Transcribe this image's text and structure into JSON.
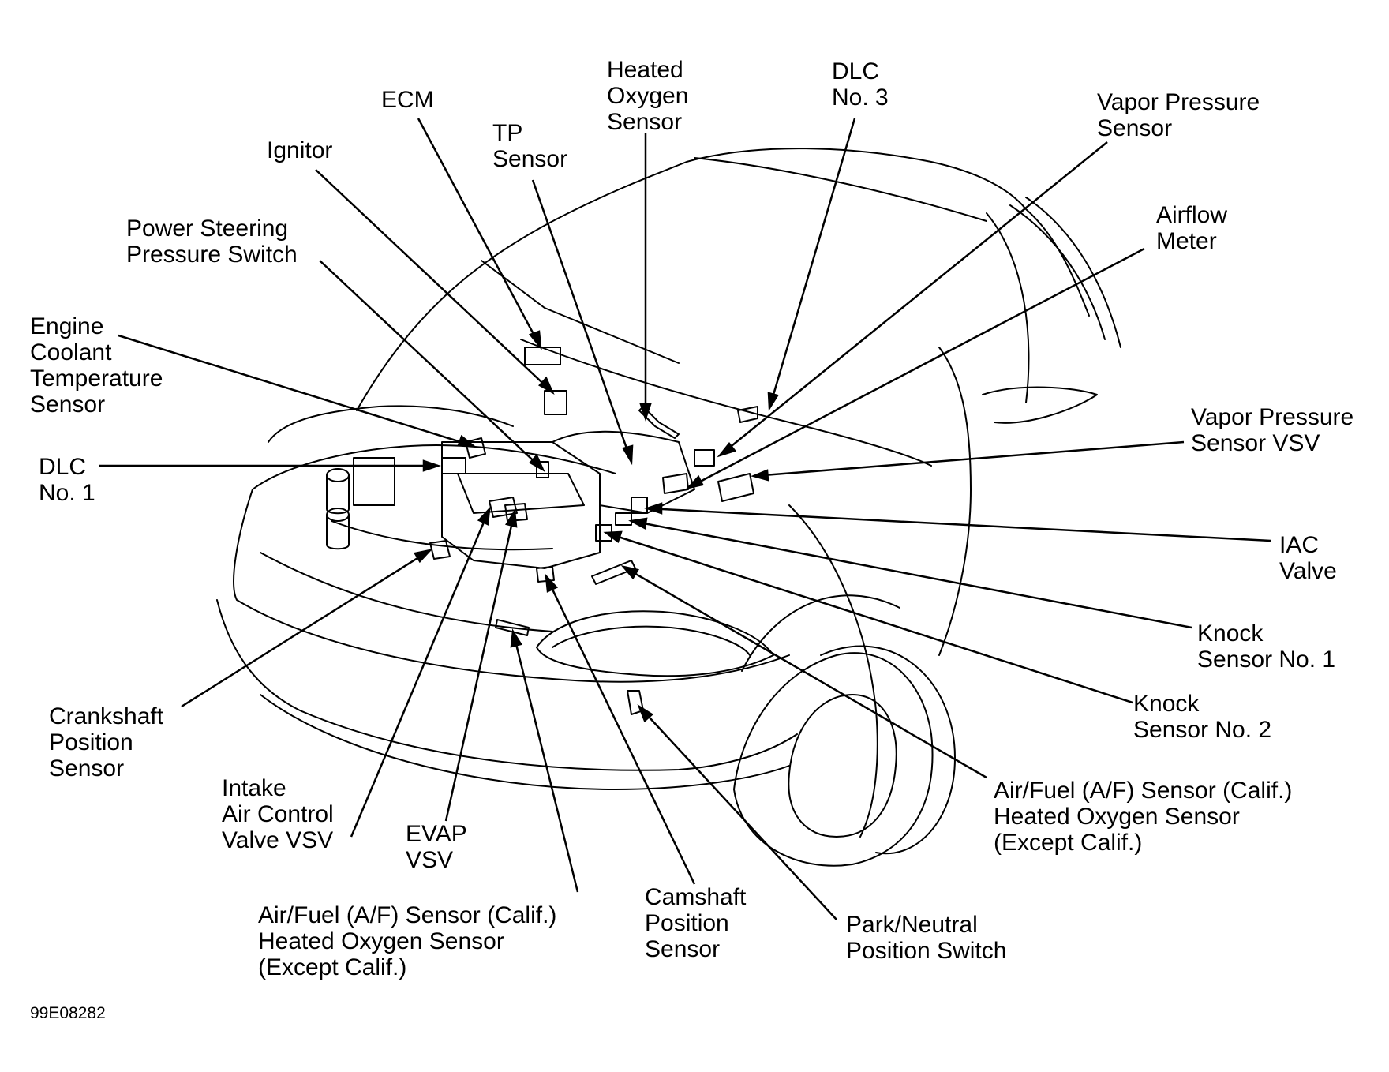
{
  "figure_code": "99E08282",
  "labels": {
    "ecm": [
      "ECM"
    ],
    "heated_o2": [
      "Heated",
      "Oxygen",
      "Sensor"
    ],
    "dlc3": [
      "DLC",
      "No. 3"
    ],
    "vapor_pressure_sensor": [
      "Vapor Pressure",
      "Sensor"
    ],
    "tp_sensor": [
      "TP",
      "Sensor"
    ],
    "ignitor": [
      "Ignitor"
    ],
    "airflow_meter": [
      "Airflow",
      "Meter"
    ],
    "ps_switch": [
      "Power Steering",
      "Pressure Switch"
    ],
    "ect_sensor": [
      "Engine",
      "Coolant",
      "Temperature",
      "Sensor"
    ],
    "vapor_pressure_vsv": [
      "Vapor Pressure",
      "Sensor VSV"
    ],
    "dlc1": [
      "DLC",
      "No. 1"
    ],
    "iac_valve": [
      "IAC",
      "Valve"
    ],
    "knock1": [
      "Knock",
      "Sensor No. 1"
    ],
    "knock2": [
      "Knock",
      "Sensor No. 2"
    ],
    "ckp_sensor": [
      "Crankshaft",
      "Position",
      "Sensor"
    ],
    "af_sensor_right": [
      "Air/Fuel (A/F) Sensor (Calif.)",
      "Heated Oxygen Sensor",
      "(Except Calif.)"
    ],
    "intake_vsv": [
      "Intake",
      "Air Control",
      "Valve VSV"
    ],
    "evap_vsv": [
      "EVAP",
      "VSV"
    ],
    "cmp_sensor": [
      "Camshaft",
      "Position",
      "Sensor"
    ],
    "park_neutral": [
      "Park/Neutral",
      "Position Switch"
    ],
    "af_sensor_bottom": [
      "Air/Fuel (A/F) Sensor (Calif.)",
      "Heated Oxygen Sensor",
      "(Except Calif.)"
    ]
  }
}
